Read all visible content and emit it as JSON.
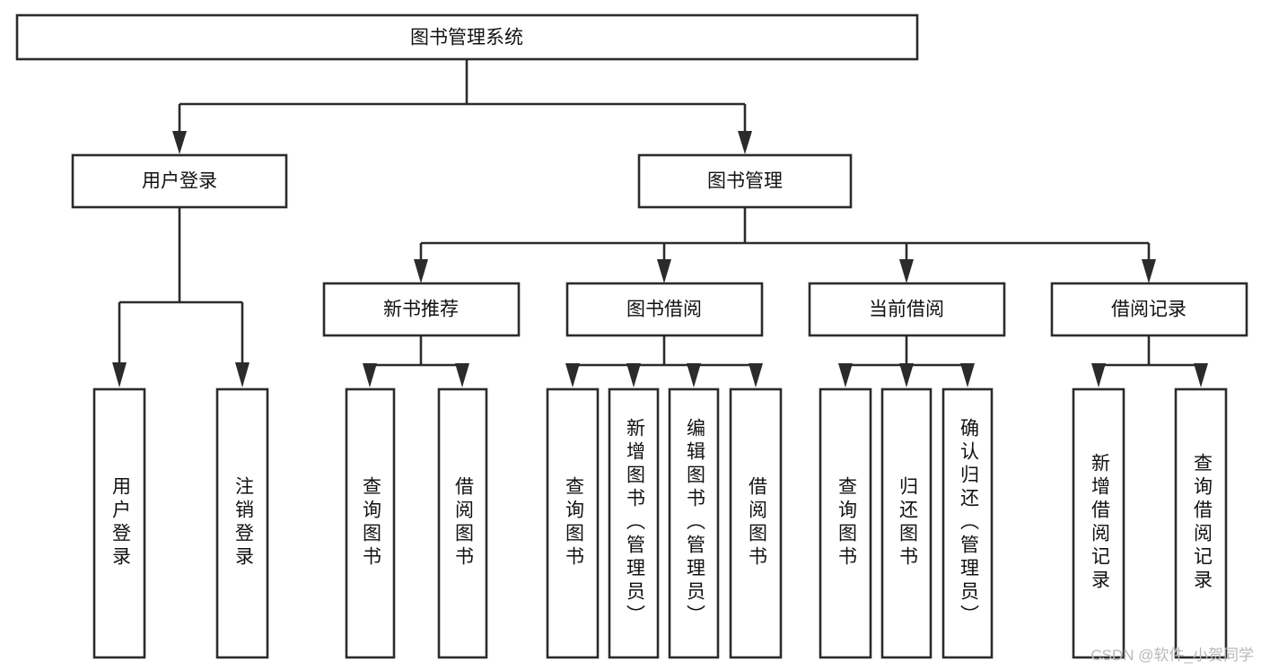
{
  "diagram": {
    "type": "hierarchy-tree",
    "title": "图书管理系统",
    "watermark": "CSDN @软件_小贺同学",
    "colors": {
      "stroke": "#2b2b2b",
      "fill": "#ffffff",
      "text": "#111111",
      "watermark": "#b8b8b8"
    },
    "levels": {
      "root": {
        "label": "图书管理系统"
      },
      "level2": [
        {
          "label": "用户登录"
        },
        {
          "label": "图书管理"
        }
      ],
      "level3": [
        {
          "label": "新书推荐"
        },
        {
          "label": "图书借阅"
        },
        {
          "label": "当前借阅"
        },
        {
          "label": "借阅记录"
        }
      ],
      "leaves": {
        "user_login": [
          {
            "label": "用户登录"
          },
          {
            "label": "注销登录"
          }
        ],
        "new_book_recommend": [
          {
            "label": "查询图书"
          },
          {
            "label": "借阅图书"
          }
        ],
        "book_borrow": [
          {
            "label": "查询图书"
          },
          {
            "label": "新增图书（管理员）"
          },
          {
            "label": "编辑图书（管理员）"
          },
          {
            "label": "借阅图书"
          }
        ],
        "current_borrow": [
          {
            "label": "查询图书"
          },
          {
            "label": "归还图书"
          },
          {
            "label": "确认归还（管理员）"
          }
        ],
        "borrow_record": [
          {
            "label": "新增借阅记录"
          },
          {
            "label": "查询借阅记录"
          }
        ]
      }
    }
  }
}
